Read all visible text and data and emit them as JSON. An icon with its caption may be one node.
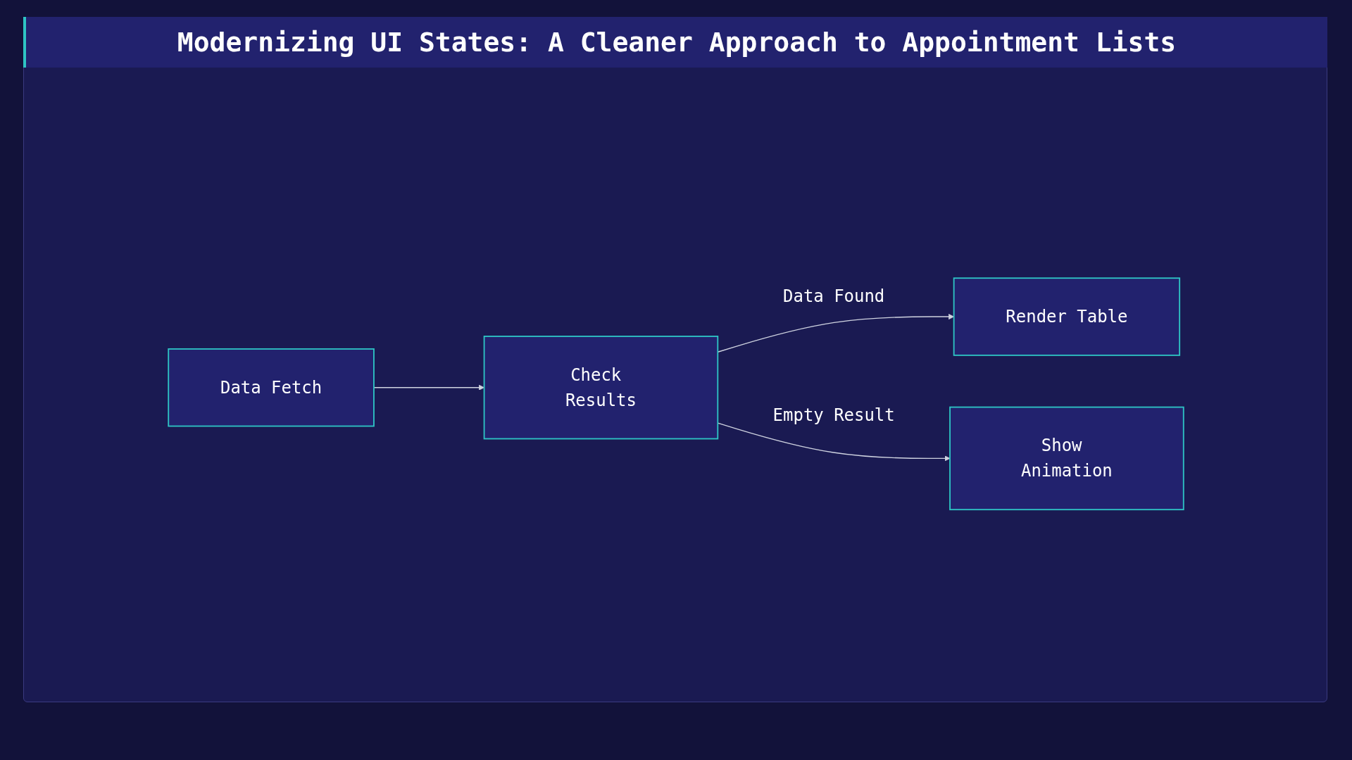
{
  "diagram": {
    "title": "Modernizing UI States: A Cleaner Approach to Appointment Lists",
    "nodes": [
      {
        "text": [
          "Data Fetch"
        ]
      },
      {
        "text": [
          "Check Results"
        ]
      },
      {
        "text": [
          "Render Table"
        ]
      },
      {
        "text": [
          "Show Animation"
        ]
      }
    ],
    "edges": [
      {
        "from": 0,
        "to": 1,
        "arrow": "to"
      },
      {
        "from": 1,
        "to": 2,
        "arrow": "to",
        "label": "Data Found"
      },
      {
        "from": 1,
        "to": 3,
        "arrow": "to",
        "label": "Empty Result"
      }
    ]
  }
}
